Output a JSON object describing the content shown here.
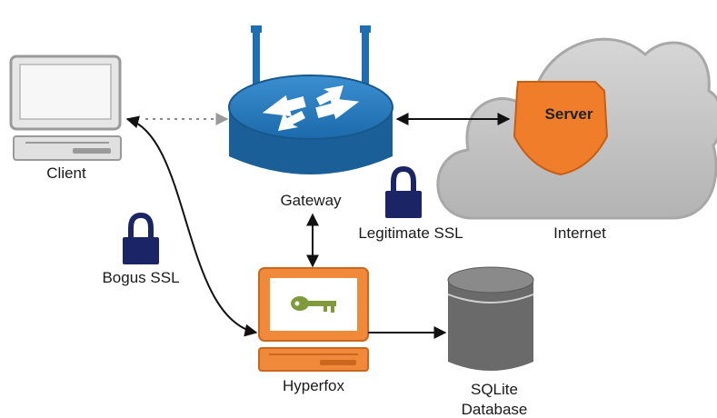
{
  "nodes": {
    "client": "Client",
    "gateway": "Gateway",
    "server": "Server",
    "internet": "Internet",
    "hyperfox": "Hyperfox",
    "database_line1": "SQLite",
    "database_line2": "Database"
  },
  "connections": {
    "legitimate_ssl": "Legitimate SSL",
    "bogus_ssl": "Bogus SSL"
  },
  "colors": {
    "router_blue": "#1f6fb0",
    "hyperfox_orange": "#f08a3a",
    "server_orange": "#ef7d2a",
    "lock_navy": "#1b2566",
    "cloud_gray": "#c9c9c9",
    "db_gray": "#6a6a6a",
    "key_green": "#7f9a3a"
  }
}
